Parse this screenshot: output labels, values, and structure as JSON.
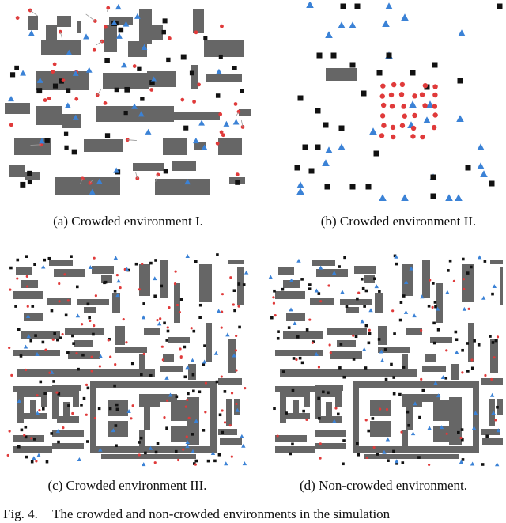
{
  "panels": [
    {
      "id": "a",
      "caption": "(a)  Crowded environment I."
    },
    {
      "id": "b",
      "caption": "(b)  Crowded environment II."
    },
    {
      "id": "c",
      "caption": "(c)  Crowded environment III."
    },
    {
      "id": "d",
      "caption": "(d)  Non-crowded environment."
    }
  ],
  "figure_caption": {
    "label": "Fig. 4.",
    "text": "The crowded and non-crowded environments in the simulation"
  },
  "colors": {
    "obstacle": "#666666",
    "robot_marker": "#111111",
    "pedestrian": "#e03a3a",
    "goal": "#3b82d6"
  },
  "legend_icons": [
    "obstacle-block",
    "agent-square-icon",
    "pedestrian-dot-icon",
    "goal-triangle-icon"
  ]
}
